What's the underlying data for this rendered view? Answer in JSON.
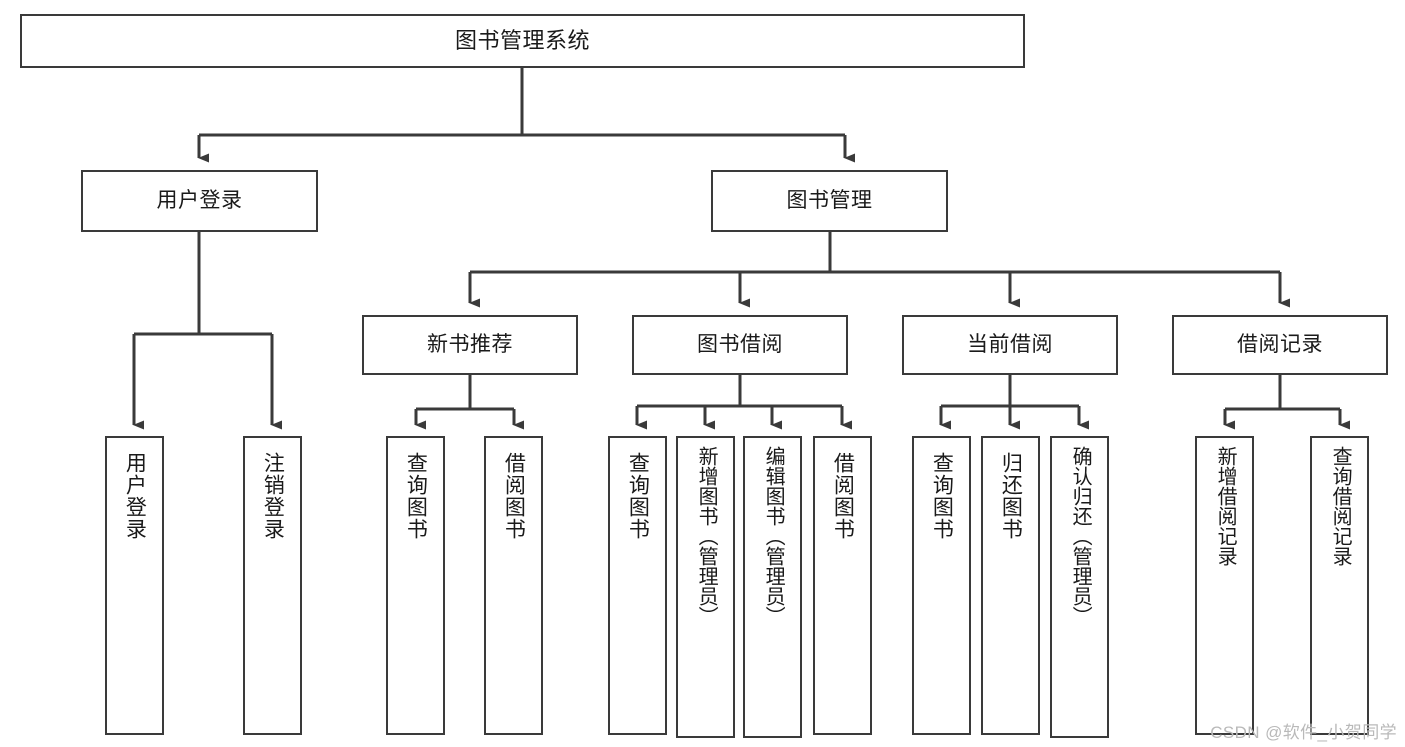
{
  "diagram": {
    "title": "图书管理系统",
    "type": "tree-hierarchy-chart",
    "line_color": "#3a3a3a",
    "box_fill": "#ffffff",
    "text_color": "#1a1a1a"
  },
  "nodes": {
    "root": {
      "label": "图书管理系统"
    },
    "level2": [
      {
        "label": "用户登录"
      },
      {
        "label": "图书管理"
      }
    ],
    "level3": [
      {
        "label": "新书推荐"
      },
      {
        "label": "图书借阅"
      },
      {
        "label": "当前借阅"
      },
      {
        "label": "借阅记录"
      }
    ],
    "leaves_user_login": [
      {
        "label": "用户登录"
      },
      {
        "label": "注销登录"
      }
    ],
    "leaves_new_book": [
      {
        "label": "查询图书"
      },
      {
        "label": "借阅图书"
      }
    ],
    "leaves_borrow": [
      {
        "label": "查询图书"
      },
      {
        "label": "新增图书（管理员）"
      },
      {
        "label": "编辑图书（管理员）"
      },
      {
        "label": "借阅图书"
      }
    ],
    "leaves_current": [
      {
        "label": "查询图书"
      },
      {
        "label": "归还图书"
      },
      {
        "label": "确认归还（管理员）"
      }
    ],
    "leaves_records": [
      {
        "label": "新增借阅记录"
      },
      {
        "label": "查询借阅记录"
      }
    ]
  },
  "watermark": {
    "text": "CSDN @软件_小贺同学"
  }
}
